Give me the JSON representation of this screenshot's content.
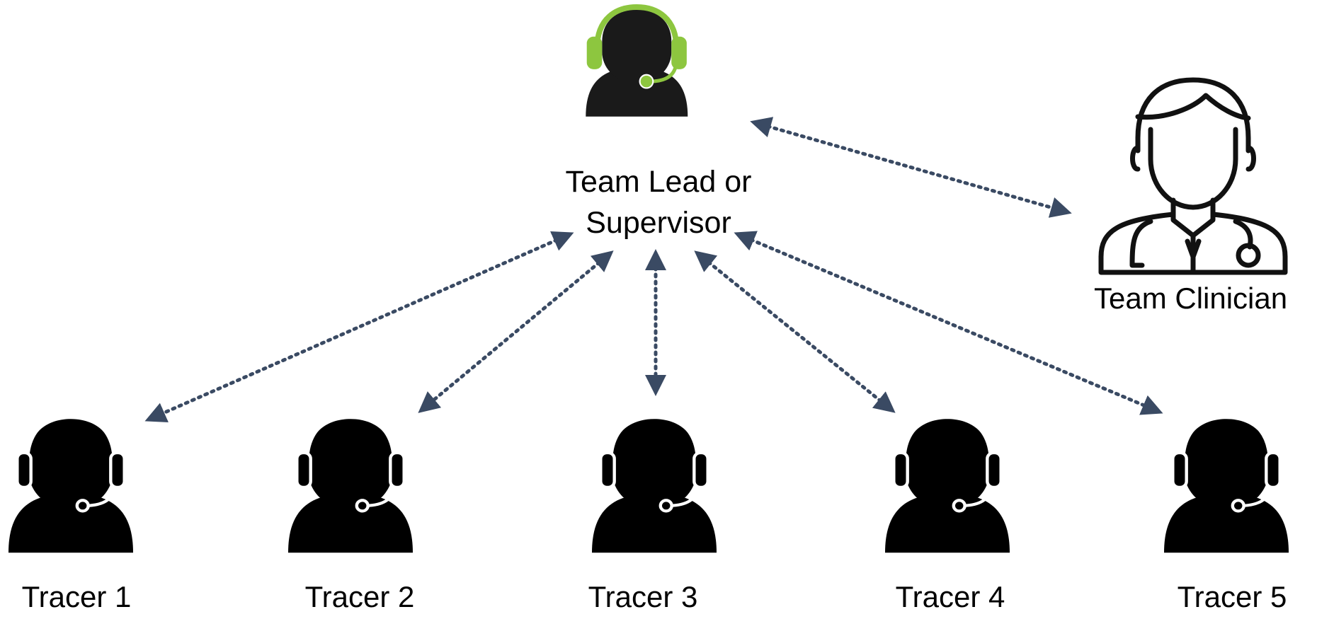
{
  "lead": {
    "label_line1": "Team Lead or",
    "label_line2": "Supervisor",
    "icon": "headset-person-icon",
    "headset_color": "#8dc63f"
  },
  "clinician": {
    "label": "Team Clinician",
    "icon": "doctor-stethoscope-icon"
  },
  "tracers": [
    {
      "label": "Tracer 1"
    },
    {
      "label": "Tracer 2"
    },
    {
      "label": "Tracer 3"
    },
    {
      "label": "Tracer 4"
    },
    {
      "label": "Tracer 5"
    }
  ],
  "connector_color": "#3a4a63",
  "connector_style": "dotted double-headed arrow"
}
